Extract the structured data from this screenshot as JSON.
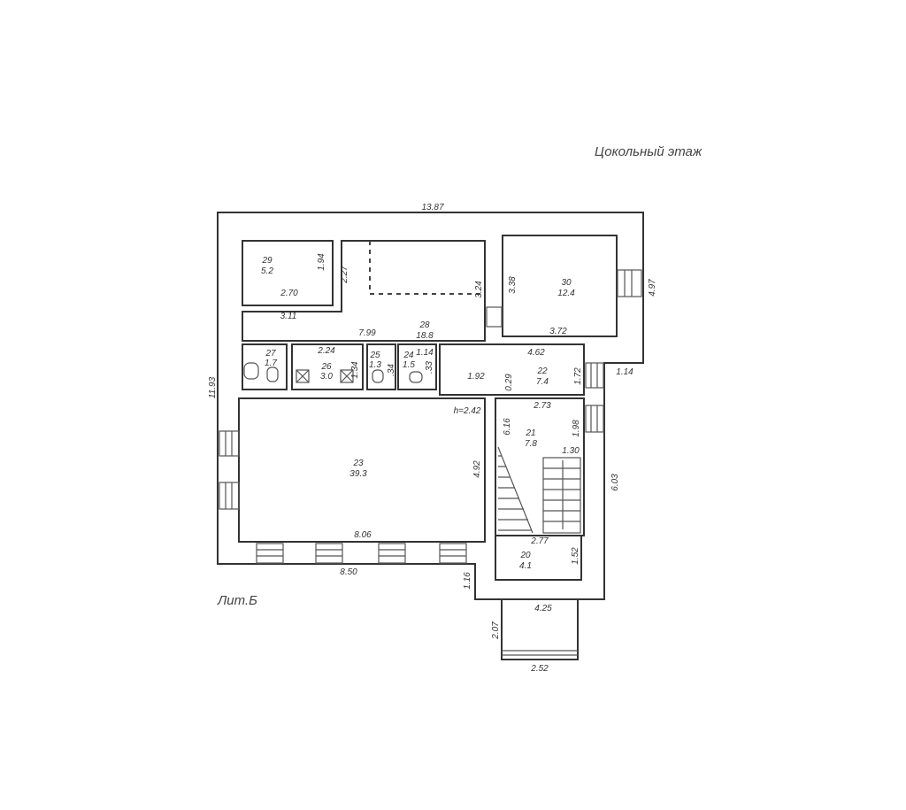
{
  "title": "Цокольный этаж",
  "building_label": "Лит.Б",
  "rooms": [
    {
      "number": "29",
      "area": "5.2"
    },
    {
      "number": "28",
      "area": "18.8"
    },
    {
      "number": "30",
      "area": "12.4"
    },
    {
      "number": "27",
      "area": "1.7"
    },
    {
      "number": "26",
      "area": "3.0"
    },
    {
      "number": "25",
      "area": "1.3"
    },
    {
      "number": "24",
      "area": "1.5"
    },
    {
      "number": "22",
      "area": "7.4"
    },
    {
      "number": "23",
      "area": "39.3"
    },
    {
      "number": "21",
      "area": "7.8"
    },
    {
      "number": "20",
      "area": "4.1"
    }
  ],
  "dimensions": {
    "top": "13.87",
    "left": "11.93",
    "bottom": "8.50",
    "right_upper": "4.97",
    "right_step": "1.14",
    "right_lower": "6.03",
    "r29_w": "2.70",
    "r29_h": "1.94",
    "r28_a": "2.27",
    "r28_b": "3.11",
    "r28_c": "3.24",
    "r28_w": "7.99",
    "r30_h": "3.38",
    "r30_w": "3.72",
    "r22_w": "4.62",
    "r22_h": "1.72",
    "r22_b": "2.73",
    "r26_w": "2.24",
    "r26_h": "1.34",
    "r24_w": "1.14",
    "r24_h": ".33",
    "r25_h": ".34",
    "passage": "1.92",
    "h": "h=2.42",
    "r21_a": "0.29",
    "r21_b": "6.16",
    "r21_c": "1.98",
    "r21_d": "1.30",
    "r23_h": "4.92",
    "r23_w": "8.06",
    "r20_w": "2.77",
    "r20_h": "1.52",
    "annex_h": "1.16",
    "porch_w": "4.25",
    "porch_h": "2.07",
    "porch_b": "2.52"
  }
}
